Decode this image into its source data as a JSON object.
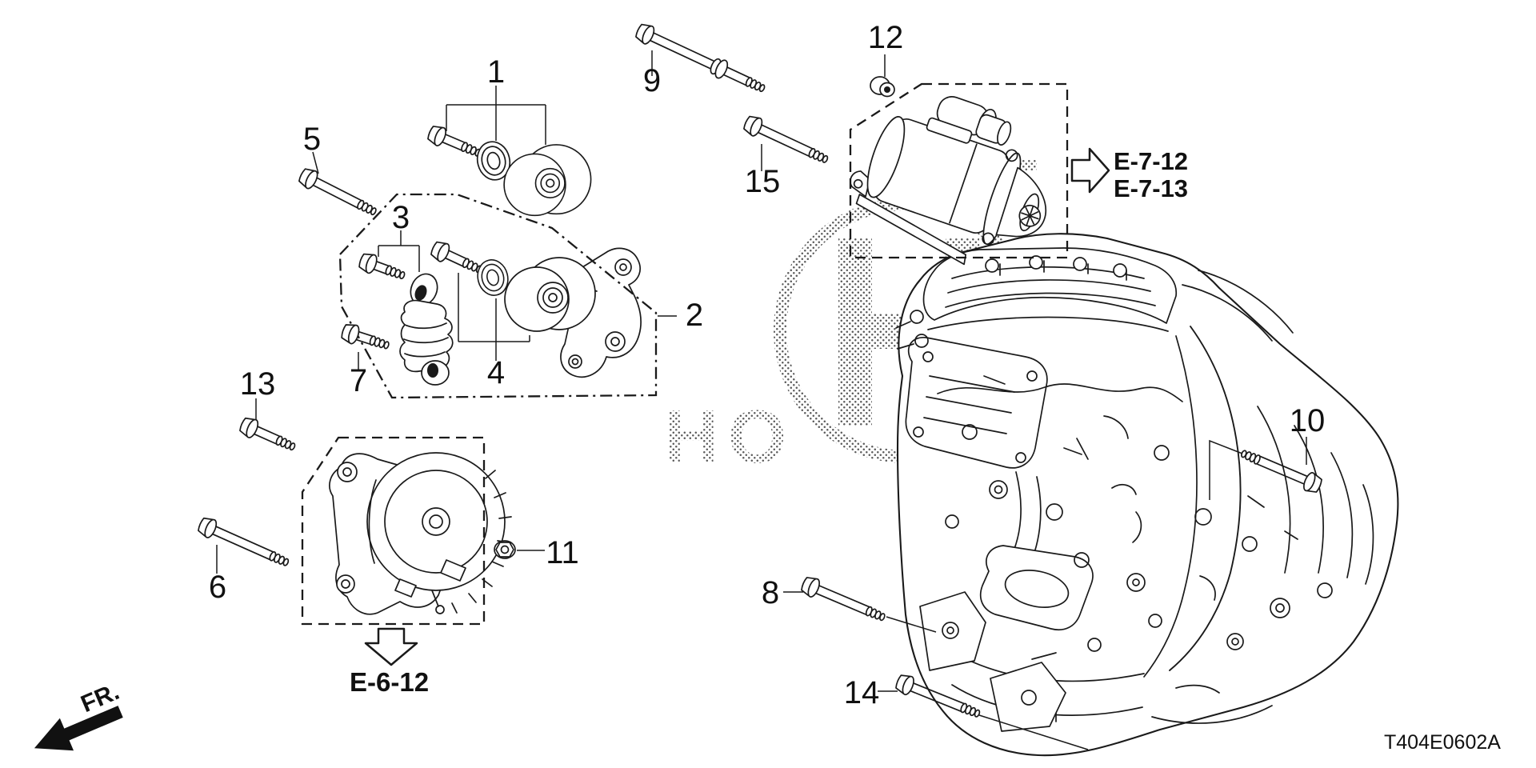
{
  "canvas": {
    "background": "#ffffff",
    "ink": "#1a1a1a"
  },
  "callouts": {
    "1": "1",
    "2": "2",
    "3": "3",
    "4": "4",
    "5": "5",
    "6": "6",
    "7": "7",
    "8": "8",
    "9": "9",
    "10": "10",
    "11": "11",
    "12": "12",
    "13": "13",
    "14": "14",
    "15": "15"
  },
  "references": {
    "starter_top": "E-7-12",
    "starter_bottom": "E-7-13",
    "alternator": "E-6-12"
  },
  "orientation": {
    "front_label": "FR."
  },
  "footer": {
    "diagram_code": "T404E0602A"
  },
  "watermark": {
    "text": "HO"
  }
}
